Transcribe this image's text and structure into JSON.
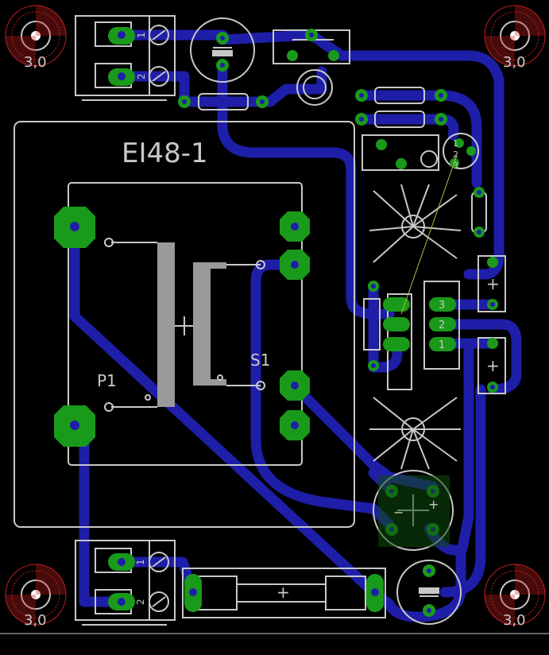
{
  "board": {
    "background": "#000000",
    "colors": {
      "trace": "#1e1ea8",
      "pad": "#1a9a1a",
      "silk": "#c8c8c8",
      "drill": "#1e1ea8",
      "mount_ring": "#cc2020",
      "white": "#ffffff"
    }
  },
  "labels": {
    "transformer": "EI48-1",
    "primary": "P1",
    "secondary": "S1",
    "hole_tl": "3,0",
    "hole_tr": "3,0",
    "hole_bl": "3,0",
    "hole_br": "3,0",
    "tb1_pin1": "1",
    "tb1_pin2": "2",
    "tb2_pin1": "1",
    "tb2_pin2": "2",
    "reg_pin1": "1",
    "reg_pin2": "2",
    "reg_pin3": "3",
    "trim_pin1": "1",
    "trim_pin2": "2",
    "trim_pin3": "3",
    "plus": "+",
    "minus": "−"
  },
  "parts": [
    "terminal-block-x1",
    "terminal-block-x2",
    "transformer-ei48",
    "electrolytic-cap-c1",
    "electrolytic-cap-c2",
    "bridge-rectifier",
    "voltage-regulator",
    "heatsink",
    "fuse-holder",
    "resistor-r1",
    "resistor-r2",
    "resistor-r3",
    "trim-potentiometer",
    "led",
    "mounting-holes"
  ]
}
